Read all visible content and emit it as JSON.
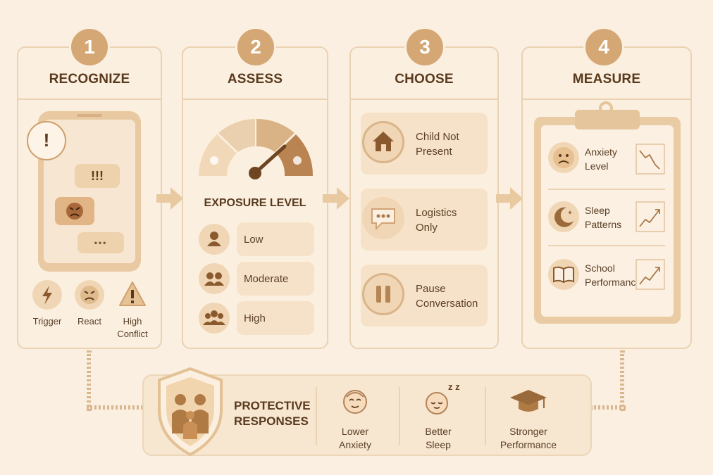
{
  "steps": [
    {
      "number": "1",
      "title": "RECOGNIZE"
    },
    {
      "number": "2",
      "title": "ASSESS"
    },
    {
      "number": "3",
      "title": "CHOOSE"
    },
    {
      "number": "4",
      "title": "MEASURE"
    }
  ],
  "recognize": {
    "alert_mark": "!",
    "bubble_1": "!!!",
    "bubble_3": "•••",
    "icons": [
      {
        "label": "Trigger",
        "icon": "lightning-icon"
      },
      {
        "label": "React",
        "icon": "angry-face-icon"
      },
      {
        "label": "High Conflict",
        "icon": "warning-icon"
      }
    ]
  },
  "assess": {
    "gauge_label": "EXPOSURE LEVEL",
    "levels": [
      {
        "label": "Low",
        "icon": "single-person-icon"
      },
      {
        "label": "Moderate",
        "icon": "two-people-icon"
      },
      {
        "label": "High",
        "icon": "group-icon"
      }
    ]
  },
  "choose": {
    "options": [
      {
        "label": "Child Not Present",
        "line1": "Child Not",
        "line2": "Present",
        "icon": "house-icon"
      },
      {
        "label": "Logistics Only",
        "line1": "Logistics",
        "line2": "Only",
        "icon": "chat-bubble-icon"
      },
      {
        "label": "Pause Conversation",
        "line1": "Pause",
        "line2": "Conversation",
        "icon": "pause-icon"
      }
    ]
  },
  "measure": {
    "metrics": [
      {
        "line1": "Anxiety",
        "line2": "Level",
        "icon": "sad-face-icon",
        "trend": "down"
      },
      {
        "line1": "Sleep",
        "line2": "Patterns",
        "icon": "moon-icon",
        "trend": "up"
      },
      {
        "line1": "School",
        "line2": "Performance",
        "icon": "book-icon",
        "trend": "up"
      }
    ]
  },
  "protective": {
    "title_line1": "PROTECTIVE",
    "title_line2": "RESPONSES",
    "outcomes": [
      {
        "line1": "Lower",
        "line2": "Anxiety",
        "icon": "calm-face-icon"
      },
      {
        "line1": "Better",
        "line2": "Sleep",
        "icon": "sleeping-face-icon",
        "zz": "z z"
      },
      {
        "line1": "Stronger",
        "line2": "Performance",
        "icon": "graduation-cap-icon"
      }
    ]
  },
  "colors": {
    "background": "#fbefe1",
    "accent": "#d5a775",
    "dark": "#5a3a1e",
    "tile": "#f6e2c8"
  }
}
